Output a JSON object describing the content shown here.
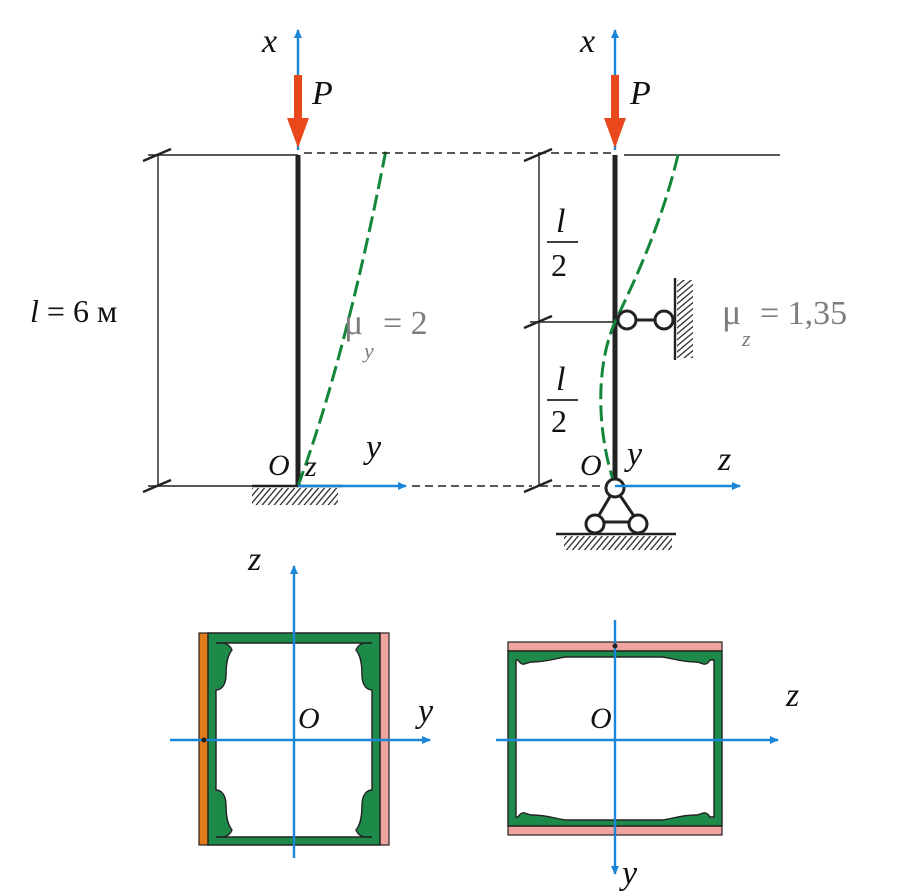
{
  "left_column": {
    "axis_x": "x",
    "force": "P",
    "length_label": "l = 6 м",
    "mu_symbol": "μ",
    "mu_sub": "y",
    "mu_value": "= 2",
    "origin": "O",
    "axis_z": "z",
    "axis_y": "y"
  },
  "right_column": {
    "axis_x": "x",
    "force": "P",
    "half_num": "l",
    "half_den": "2",
    "mu_symbol": "μ",
    "mu_sub": "z",
    "mu_value": "= 1,35",
    "origin": "O",
    "axis_y": "y",
    "axis_z": "z"
  },
  "section_left": {
    "axis_z": "z",
    "axis_y": "y",
    "origin": "O"
  },
  "section_right": {
    "axis_z": "z",
    "axis_y": "y",
    "origin": "O"
  },
  "colors": {
    "axis": "#1a86d8",
    "force": "#e8481c",
    "deflection": "#13863a",
    "channel": "#1e8a4a",
    "plate_pink": "#f0a4a0",
    "plate_orange": "#e07a1a"
  }
}
